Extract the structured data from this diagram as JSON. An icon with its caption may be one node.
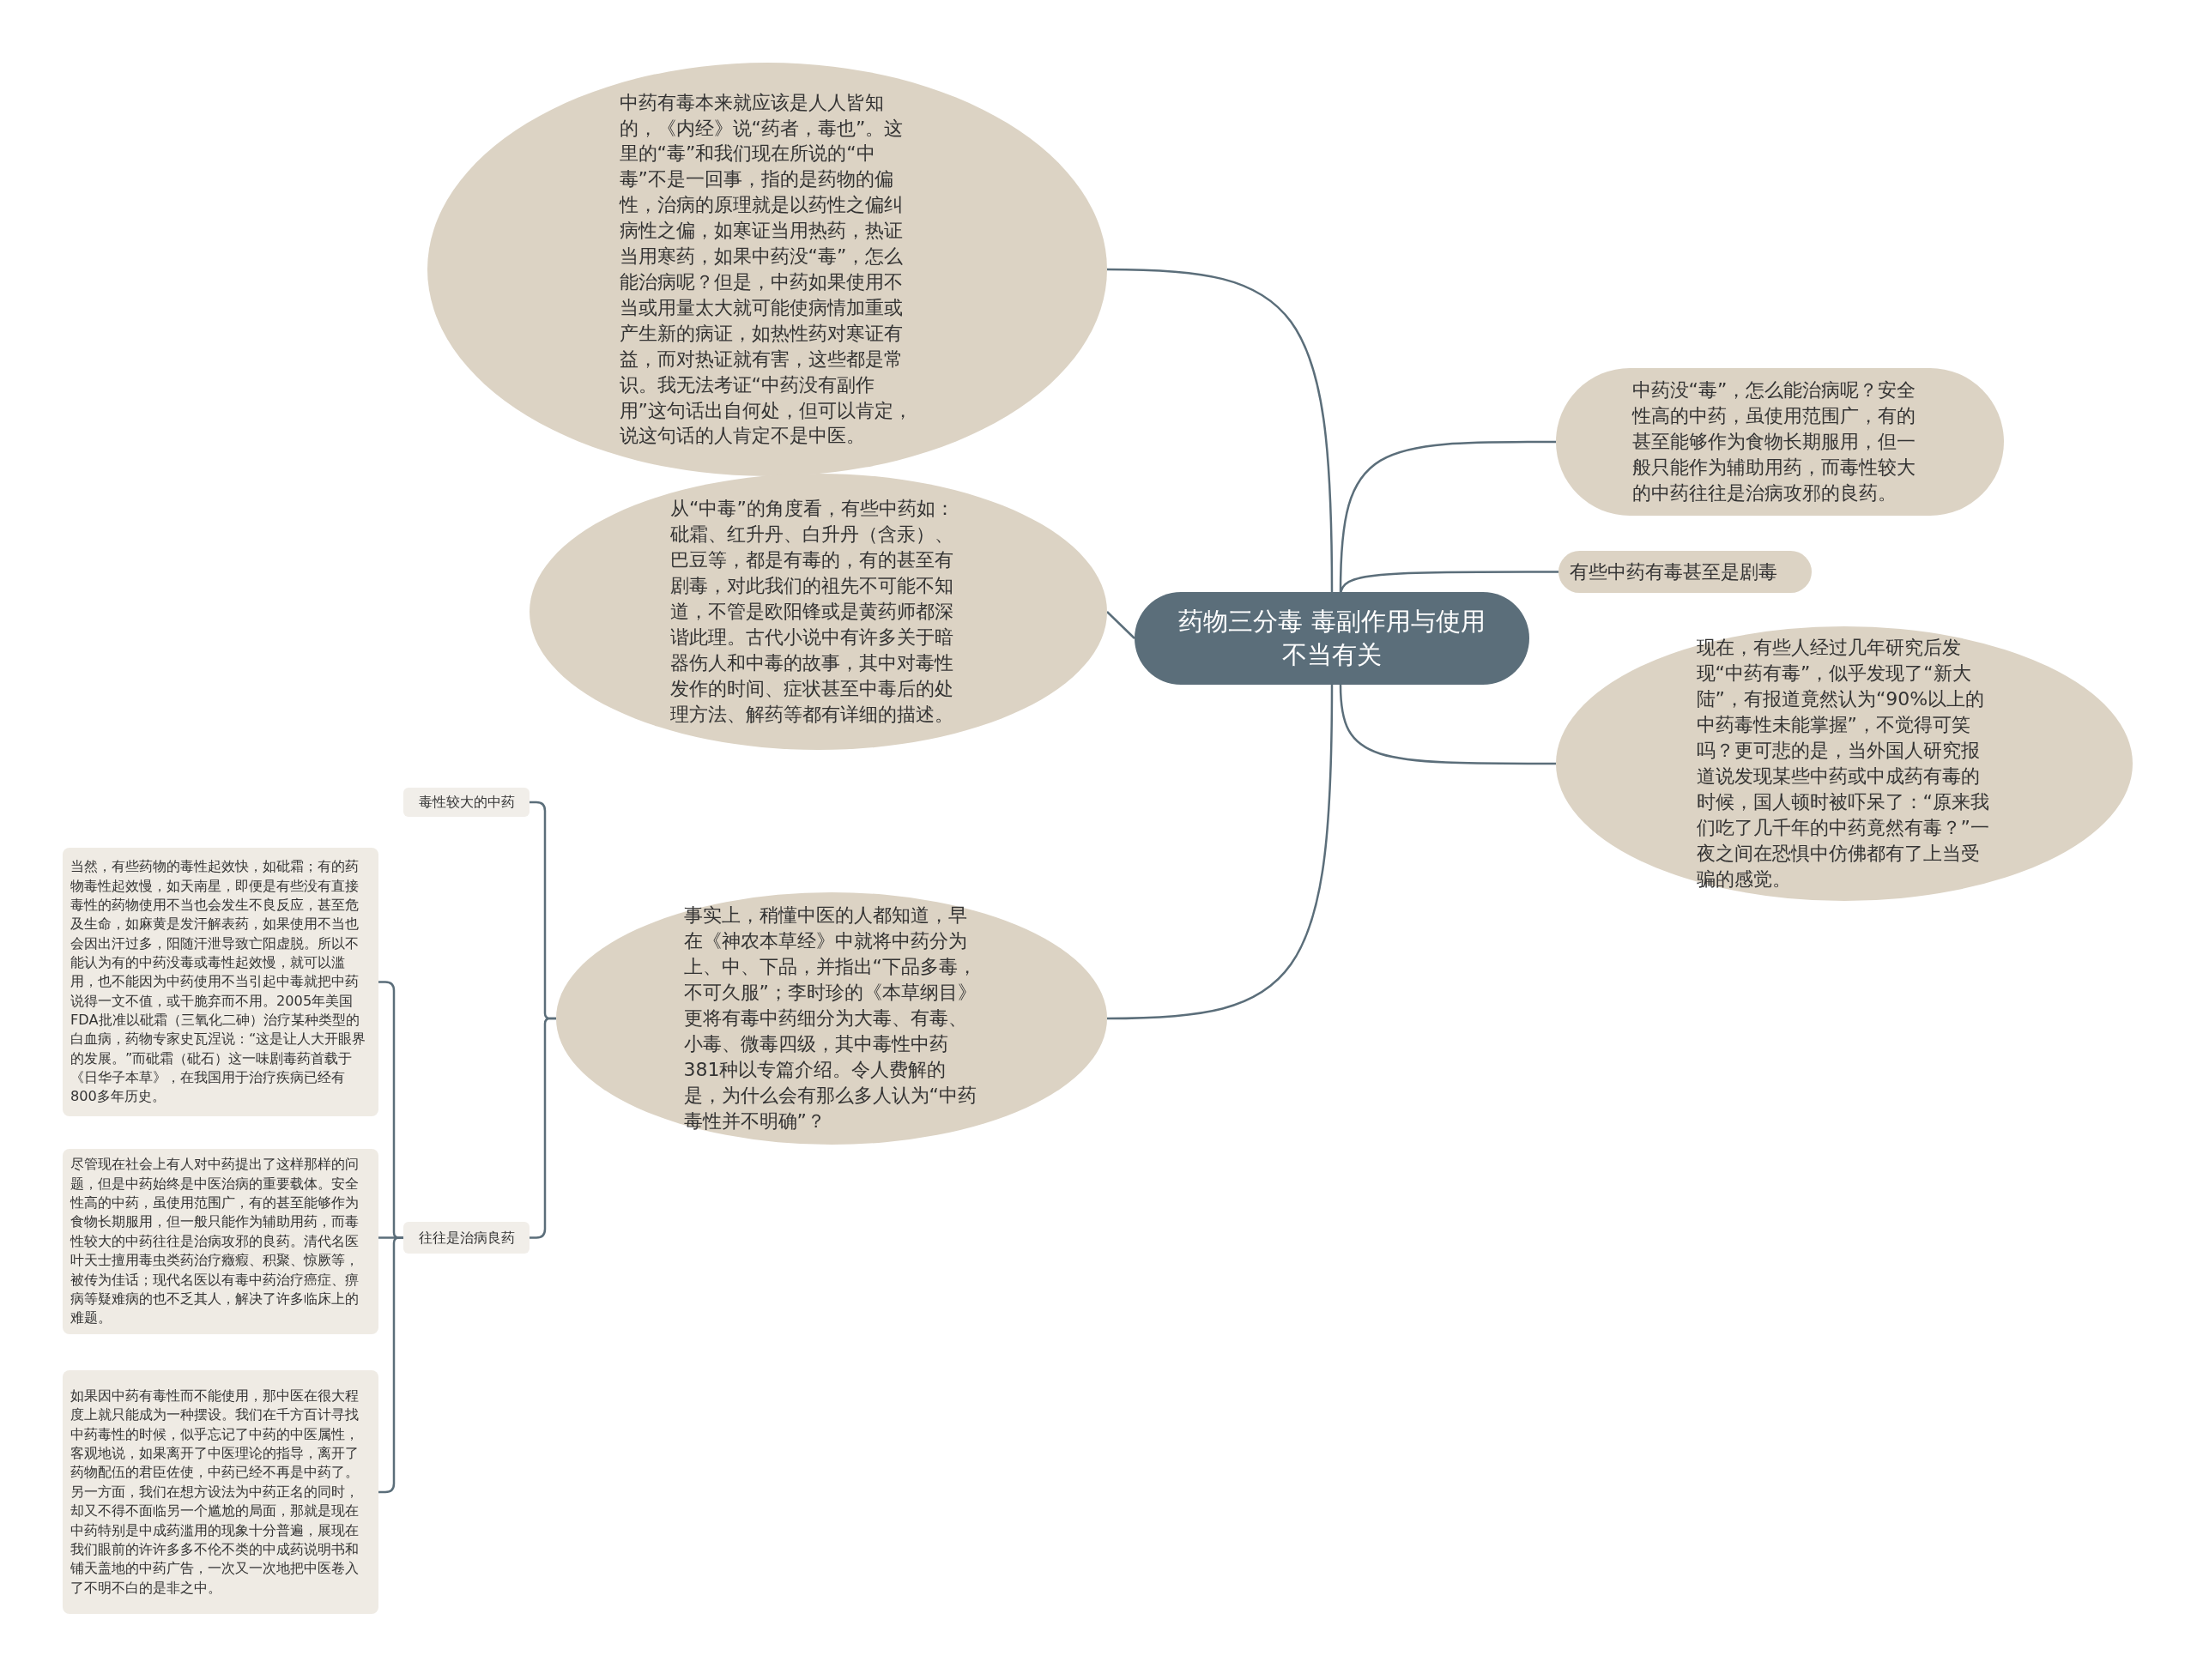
{
  "diagram": {
    "nodes": [
      {
        "text": [
          "药物三分毒 毒副作用与使用不当有关"
        ]
      },
      {
        "text": [
          "中药有毒本来就应该是人人皆知的，《内经》说“药者，毒也”。这里的“毒”和我们现在所说的“中毒”不是一回事，指的是药物的偏性，治病的原理就是以药性之偏纠病性之偏，如寒证当用热药，热证当用寒药，如果中药没“毒”，怎么能治病呢？但是，中药如果使用不当或用量太大就可能使病情加重或产生新的病证，如热性药对寒证有益，而对热证就有害，这些都是常识。我无法考证“中药没有副作用”这句话出自何处，但可以肯定，说这句话的人肯定不是中医。"
        ]
      },
      {
        "text": [
          "从“中毒”的角度看，有些中药如：砒霜、红升丹、白升丹（含汞）、巴豆等，都是有毒的，有的甚至有剧毒，对此我们的祖先不可能不知道，不管是欧阳锋或是黄药师都深谐此理。古代小说中有许多关于暗器伤人和中毒的故事，其中对毒性发作的时间、症状甚至中毒后的处理方法、解药等都有详细的描述。"
        ]
      },
      {
        "text": [
          "事实上，稍懂中医的人都知道，早在《神农本草经》中就将中药分为上、中、下品，并指出“下品多毒，不可久服”；李时珍的《本草纲目》更将有毒中药细分为大毒、有毒、小毒、微毒四级，其中毒性中药381种以专篇介绍。令人费解的是，为什么会有那么多人认为“中药毒性并不明确”？"
        ]
      },
      {
        "text": [
          "中药没“毒”，怎么能治病呢？安全性高的中药，虽使用范围广，有的甚至能够作为食物长期服用，但一般只能作为辅助用药，而毒性较大的中药往往是治病攻邪的良药。"
        ]
      },
      {
        "text": [
          "有些中药有毒甚至是剧毒"
        ]
      },
      {
        "text": [
          "现在，有些人经过几年研究后发现“中药有毒”，似乎发现了“新大陆”，有报道竟然认为“90%以上的中药毒性未能掌握”，不觉得可笑吗？更可悲的是，当外国人研究报道说发现某些中药或中成药有毒的时候，国人顿时被吓呆了：“原来我们吃了几千年的中药竟然有毒？”一夜之间在恐惧中仿佛都有了上当受骗的感觉。"
        ]
      },
      {
        "text": [
          "毒性较大的中药"
        ]
      },
      {
        "text": [
          "往往是治病良药"
        ]
      },
      {
        "text": [
          "当然，有些药物的毒性起效快，如砒霜；有的药物毒性起效慢，如天南星，即便是有些没有直接毒性的药物使用不当也会发生不良反应，甚至危及生命，如麻黄是发汗解表药，如果使用不当也会因出汗过多，阳随汗泄导致亡阳虚脱。所以不能认为有的中药没毒或毒性起效慢，就可以滥用，也不能因为中药使用不当引起中毒就把中药说得一文不值，或干脆弃而不用。2005年美国FDA批准以砒霜（三氧化二砷）治疗某种类型的白血病，药物专家史瓦涅说：“这是让人大开眼界的发展。”而砒霜（砒石）这一味剧毒药首载于《日华子本草》，在我国用于治疗疾病已经有800多年历史。"
        ]
      },
      {
        "text": [
          "尽管现在社会上有人对中药提出了这样那样的问题，但是中药始终是中医治病的重要载体。安全性高的中药，虽使用范围广，有的甚至能够作为食物长期服用，但一般只能作为辅助用药，而毒性较大的中药往往是治病攻邪的良药。清代名医叶天士擅用毒虫类药治疗癥瘕、积聚、惊厥等，被传为佳话；现代名医以有毒中药治疗癌症、痹病等疑难病的也不乏其人，解决了许多临床上的难题。"
        ]
      },
      {
        "text": [
          "如果因中药有毒性而不能使用，那中医在很大程度上就只能成为一种摆设。我们在千方百计寻找中药毒性的时候，似乎忘记了中药的中医属性，客观地说，如果离开了中医理论的指导，离开了药物配伍的君臣佐使，中药已经不再是中药了。另一方面，我们在想方设法为中药正名的同时，却又不得不面临另一个尴尬的局面，那就是现在中药特别是中成药滥用的现象十分普遍，展现在我们眼前的许许多多不伦不类的中成药说明书和铺天盖地的中药广告，一次又一次地把中医卷入了不明不白的是非之中。"
        ]
      }
    ],
    "edges": [
      {
        "from": 0,
        "to": 1,
        "arrow": "none"
      },
      {
        "from": 0,
        "to": 2,
        "arrow": "none"
      },
      {
        "from": 0,
        "to": 3,
        "arrow": "none"
      },
      {
        "from": 0,
        "to": 4,
        "arrow": "none"
      },
      {
        "from": 0,
        "to": 5,
        "arrow": "none"
      },
      {
        "from": 0,
        "to": 6,
        "arrow": "none"
      },
      {
        "from": 3,
        "to": 7,
        "arrow": "none"
      },
      {
        "from": 3,
        "to": 8,
        "arrow": "none"
      },
      {
        "from": 8,
        "to": 9,
        "arrow": "none"
      },
      {
        "from": 8,
        "to": 10,
        "arrow": "none"
      },
      {
        "from": 8,
        "to": 11,
        "arrow": "none"
      }
    ]
  }
}
